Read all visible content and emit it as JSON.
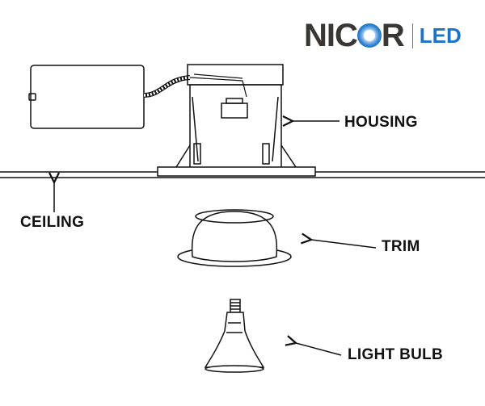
{
  "logo": {
    "brand": "NICOR",
    "sub": "LED",
    "brand_color": "#3a3633",
    "accent_color": "#1a73c9"
  },
  "labels": {
    "housing": "HOUSING",
    "ceiling": "CEILING",
    "trim": "TRIM",
    "light_bulb": "LIGHT BULB"
  }
}
